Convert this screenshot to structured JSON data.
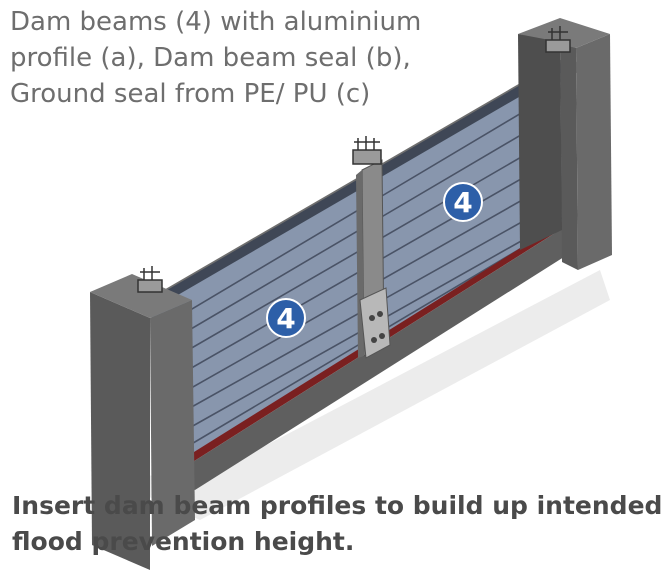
{
  "captions": {
    "top": "Dam beams (4) with aluminium\nprofile (a), Dam beam seal (b),\nGround seal from PE/ PU (c)",
    "bottom": "Insert dam beam profiles to build up intended\nflood prevention height."
  },
  "badges": {
    "left": "4",
    "right": "4"
  },
  "colors": {
    "beam": "#8896ad",
    "concrete": "#5a5a5a",
    "seal": "#7a2020",
    "badge": "#2d5fa8"
  }
}
